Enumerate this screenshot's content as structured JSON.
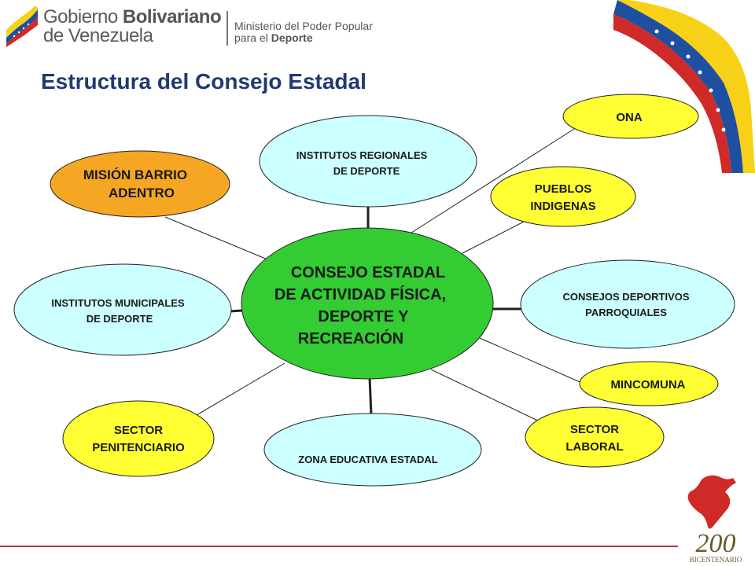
{
  "header": {
    "gov_line1_a": "Gobierno ",
    "gov_line1_b": "Bolivariano",
    "gov_line2": "de Venezuela",
    "ministry_line1": "Ministerio del Poder Popular",
    "ministry_line2_a": "para el ",
    "ministry_line2_b": "Deporte"
  },
  "title": "Estructura del Consejo Estadal",
  "colors": {
    "center": "#33cc33",
    "light_blue": "#ccffff",
    "yellow": "#ffff33",
    "orange": "#f5a623",
    "title": "#1f3a73"
  },
  "nodes": {
    "center": [
      "CONSEJO ESTADAL",
      "DE ACTIVIDAD FÍSICA,",
      "DEPORTE Y",
      "RECREACIÓN"
    ],
    "institutos_regionales": [
      "INSTITUTOS REGIONALES",
      "DE DEPORTE"
    ],
    "mision_barrio": [
      "MISIÓN BARRIO",
      "ADENTRO"
    ],
    "institutos_municipales": [
      "INSTITUTOS MUNICIPALES",
      "DE DEPORTE"
    ],
    "sector_penitenciario": [
      "SECTOR",
      "PENITENCIARIO"
    ],
    "zona_educativa": [
      "ZONA EDUCATIVA ESTADAL"
    ],
    "ona": [
      "ONA"
    ],
    "pueblos_indigenas": [
      "PUEBLOS",
      "INDIGENAS"
    ],
    "consejos_deportivos": [
      "CONSEJOS DEPORTIVOS",
      "PARROQUIALES"
    ],
    "mincomuna": [
      "MINCOMUNA"
    ],
    "sector_laboral": [
      "SECTOR",
      "LABORAL"
    ]
  },
  "bicentenario": {
    "number": "200",
    "label": "BICENTENARIO"
  }
}
